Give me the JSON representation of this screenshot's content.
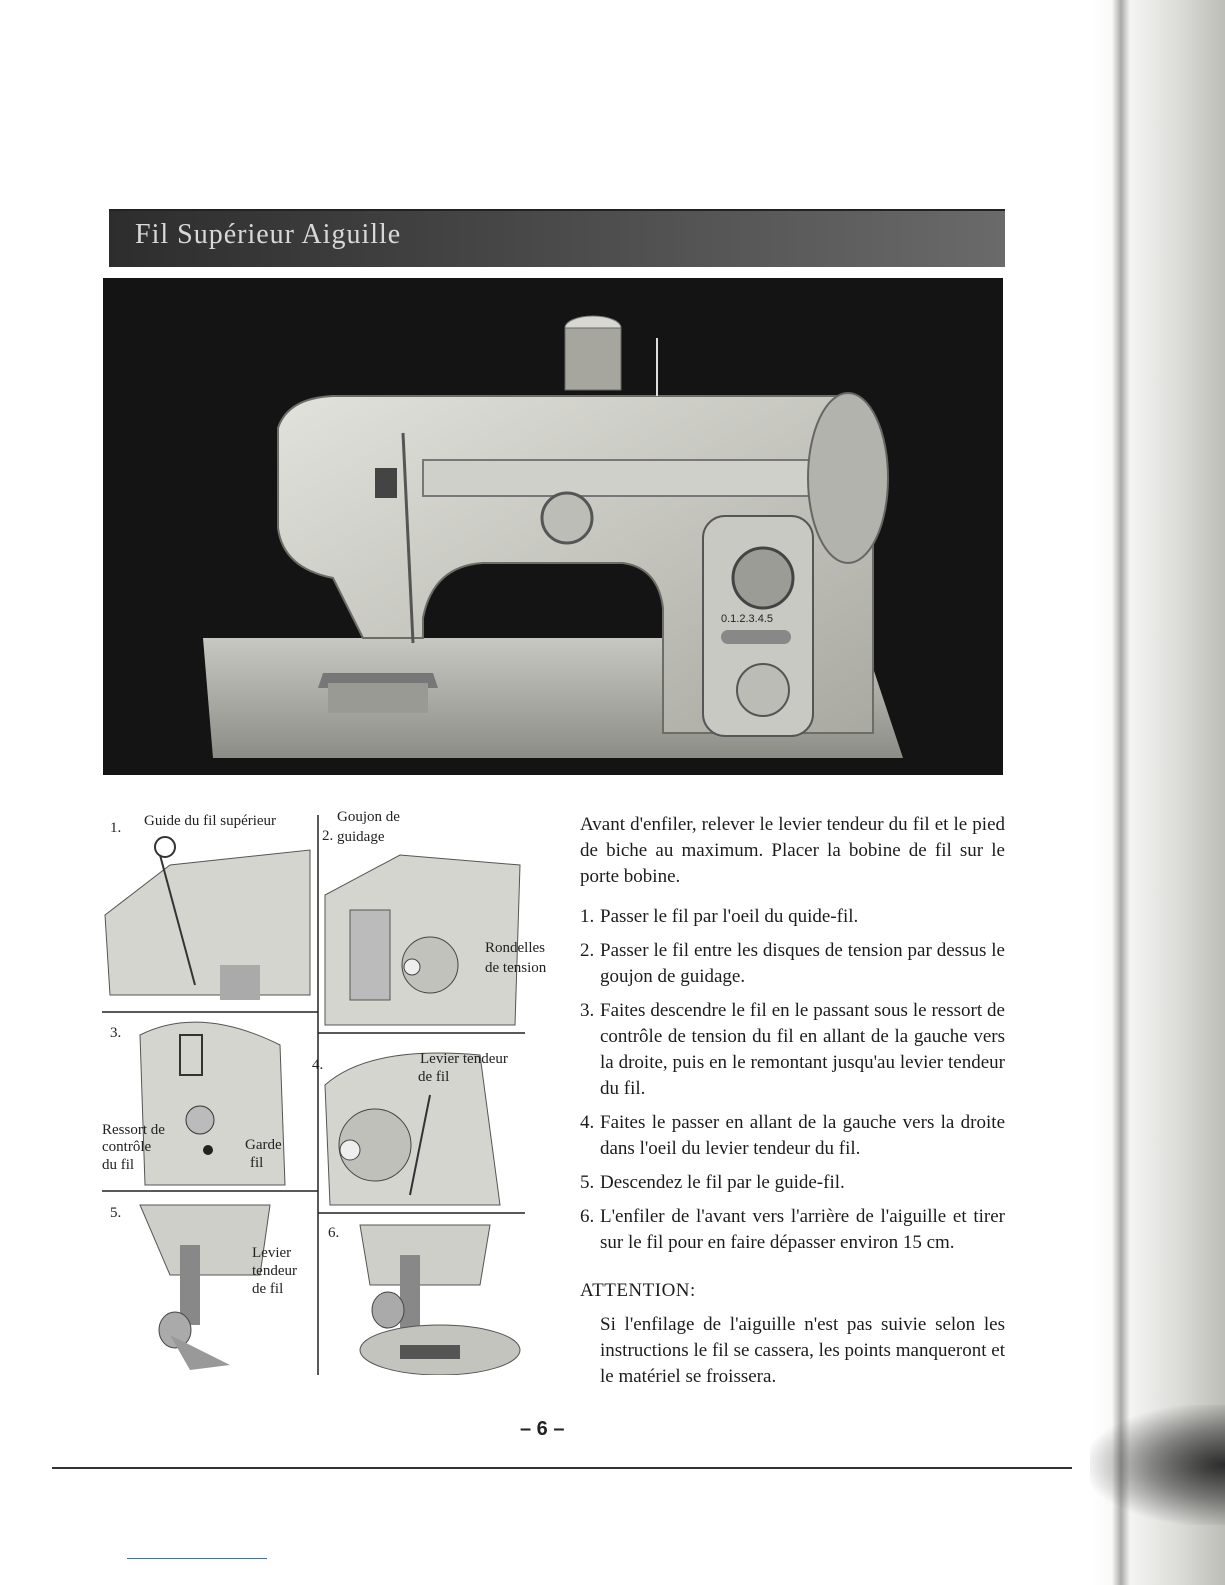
{
  "header": {
    "title": "Fil Supérieur Aiguille"
  },
  "photo": {
    "description_icon": "sewing-machine-photo",
    "dial_label": "0.1.2.3.4.5"
  },
  "figures": [
    {
      "number": "1.",
      "label": "Guide du fil supérieur"
    },
    {
      "number": "2.",
      "label_line1": "Goujon de",
      "label_line2": "guidage",
      "extra_line1": "Rondelles",
      "extra_line2": "de tension"
    },
    {
      "number": "3.",
      "label_line1": "Ressort de",
      "label_line2": "contrôle",
      "label_line3": "du fil",
      "extra_line1": "Garde",
      "extra_line2": "fil"
    },
    {
      "number": "4.",
      "label_line1": "Levier tendeur",
      "label_line2": "de fil"
    },
    {
      "number": "5.",
      "label_line1": "Levier",
      "label_line2": "tendeur",
      "label_line3": "de fil"
    },
    {
      "number": "6."
    }
  ],
  "instructions": {
    "intro": "Avant d'enfiler, relever le levier tendeur du fil et le pied de biche au maximum. Placer la bobine de fil sur le porte bobine.",
    "steps": [
      {
        "num": "1.",
        "text": "Passer le fil par l'oeil du quide-fil."
      },
      {
        "num": "2.",
        "text": "Passer le fil entre les disques de tension par dessus le goujon de guidage."
      },
      {
        "num": "3.",
        "text": "Faites descendre le fil en le passant sous le ressort de contrôle de tension du fil en allant de la gauche vers la droite, puis en le remontant jusqu'au levier tendeur du fil."
      },
      {
        "num": "4.",
        "text": "Faites le passer en allant de la gauche vers la droite dans l'oeil du levier tendeur du fil."
      },
      {
        "num": "5.",
        "text": "Descendez le fil par le guide-fil."
      },
      {
        "num": "6.",
        "text": "L'enfiler de l'avant vers l'arrière de l'aiguille et tirer sur le fil pour en faire dépasser environ 15 cm."
      }
    ],
    "attention_title": "ATTENTION:",
    "attention_text": "Si l'enfilage de l'aiguille n'est pas suivie selon les instructions le fil se cassera, les points manqueront et le matériel se froissera."
  },
  "footer": {
    "page_number": "– 6 –"
  }
}
